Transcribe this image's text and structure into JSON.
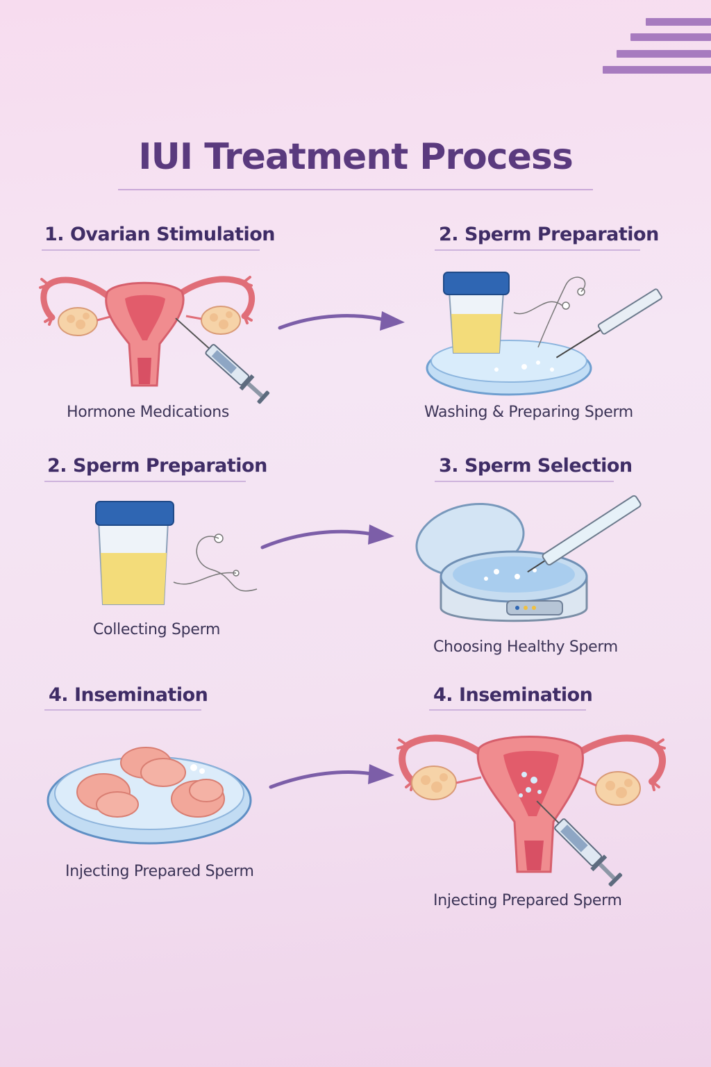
{
  "title": "IUI Treatment Process",
  "steps": [
    {
      "heading": "1. Ovarian Stimulation",
      "caption": "Hormone Medications",
      "icon": "uterus-syringe-icon"
    },
    {
      "heading": "2. Sperm Preparation",
      "caption": "Washing & Preparing Sperm",
      "icon": "sperm-cup-dish-icon"
    },
    {
      "heading": "2. Sperm Preparation",
      "caption": "Collecting Sperm",
      "icon": "sperm-cup-icon"
    },
    {
      "heading": "3. Sperm Selection",
      "caption": "Choosing Healthy Sperm",
      "icon": "incubator-dish-icon"
    },
    {
      "heading": "4. Insemination",
      "caption": "Injecting Prepared Sperm",
      "icon": "petri-dish-eggs-icon"
    },
    {
      "heading": "4. Insemination",
      "caption": "Injecting Prepared Sperm",
      "icon": "uterus-insemination-icon"
    }
  ],
  "colors": {
    "title": "#5a3a7e",
    "heading": "#3f2d66",
    "arrow": "#7c5ea8",
    "uterus": "#e9737a",
    "dish": "#a9cdee",
    "cup_lid": "#2f66b3",
    "sample": "#f3dc7a"
  }
}
